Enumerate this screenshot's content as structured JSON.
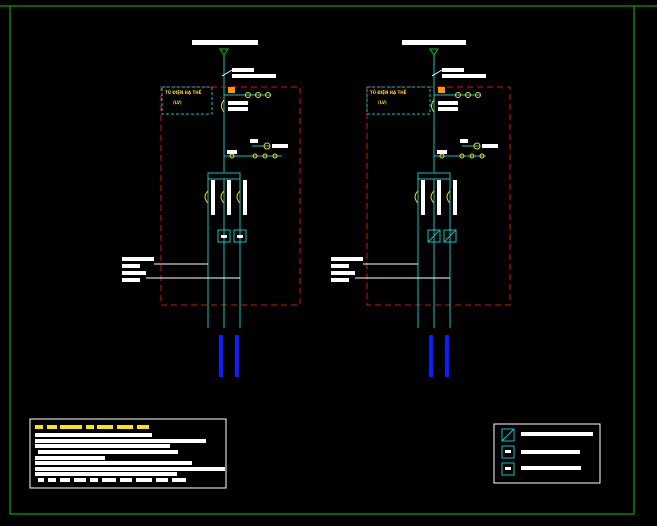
{
  "title": "",
  "colors": {
    "background": "#000000",
    "frame": "#00c800",
    "feeder": "#00c8c8",
    "panel_boundary": "#e01010",
    "label_bar": "#ffffff",
    "device": "#ffd400",
    "device_alt": "#ff9900",
    "cable": "#0a1eff",
    "legend_text": "#ffffff",
    "legend_header": "#ffe600"
  },
  "panels": [
    {
      "name": "panel-left",
      "box_label_line1": "TỦ ĐIỆN HẠ THẾ",
      "box_label_line2": "(LV)",
      "breaker_style": "plain"
    },
    {
      "name": "panel-right",
      "box_label_line1": "TỦ ĐIỆN HẠ THẾ",
      "box_label_line2": "(LV)",
      "breaker_style": "hatched"
    }
  ],
  "legend": {
    "items": [
      {
        "icon": "hatched-breaker-icon"
      },
      {
        "icon": "plain-breaker-icon"
      },
      {
        "icon": "box-breaker-icon"
      }
    ]
  }
}
